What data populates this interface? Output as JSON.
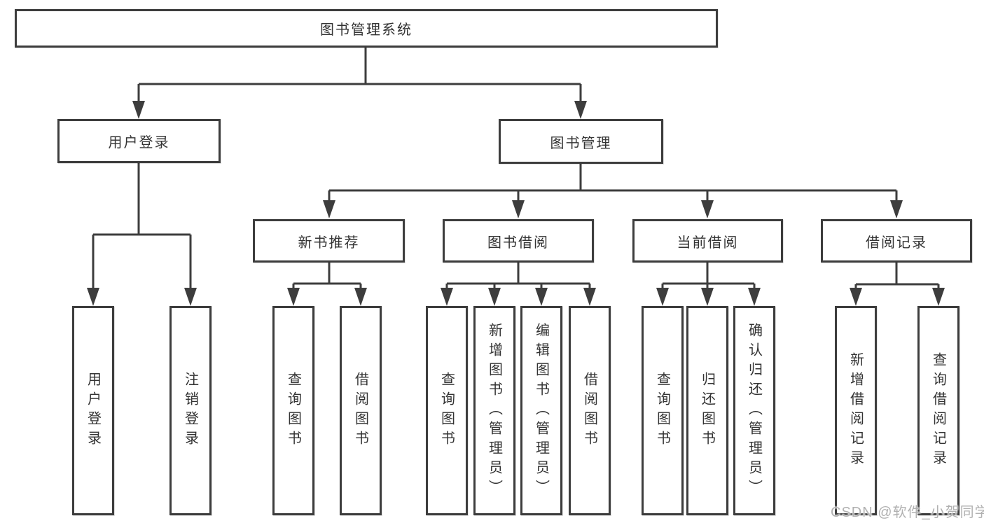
{
  "colors": {
    "line": "#3d3d3d",
    "text": "#333333",
    "watermark_text": "#b1b1b1",
    "background": "#ffffff"
  },
  "tree": {
    "root": {
      "label": "图书管理系统",
      "children": [
        {
          "label": "用户登录",
          "children": [
            {
              "label": "用户登录"
            },
            {
              "label": "注销登录"
            }
          ]
        },
        {
          "label": "图书管理",
          "children": [
            {
              "label": "新书推荐",
              "children": [
                {
                  "label": "查询图书"
                },
                {
                  "label": "借阅图书"
                }
              ]
            },
            {
              "label": "图书借阅",
              "children": [
                {
                  "label": "查询图书"
                },
                {
                  "label": "新增图书（管理员）"
                },
                {
                  "label": "编辑图书（管理员）"
                },
                {
                  "label": "借阅图书"
                }
              ]
            },
            {
              "label": "当前借阅",
              "children": [
                {
                  "label": "查询图书"
                },
                {
                  "label": "归还图书"
                },
                {
                  "label": "确认归还（管理员）"
                }
              ]
            },
            {
              "label": "借阅记录",
              "children": [
                {
                  "label": "新增借阅记录"
                },
                {
                  "label": "查询借阅记录"
                }
              ]
            }
          ]
        }
      ]
    }
  },
  "watermark": {
    "text": "CSDN @软件_小贺同学"
  }
}
